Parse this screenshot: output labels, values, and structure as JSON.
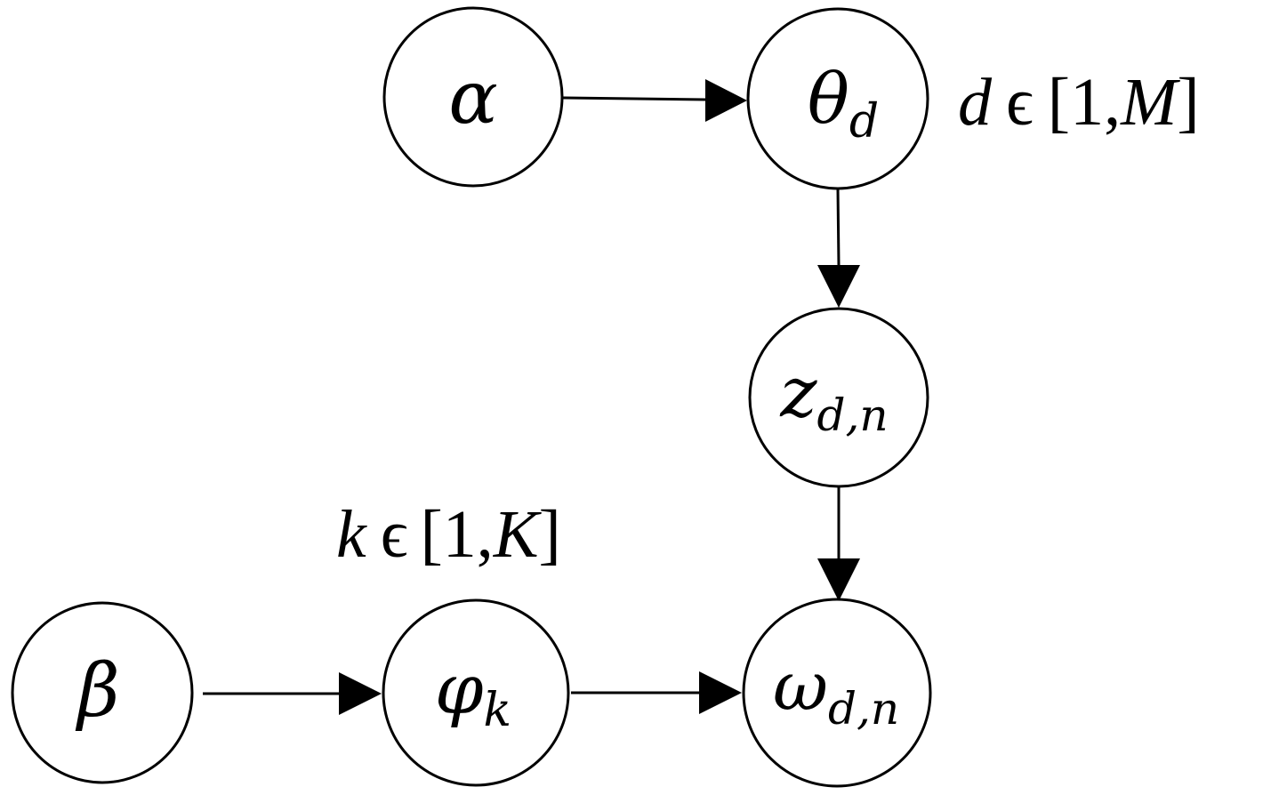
{
  "nodes": {
    "alpha": {
      "symbol": "α",
      "subscript": ""
    },
    "theta": {
      "symbol": "θ",
      "subscript": "d"
    },
    "z": {
      "symbol": "z",
      "subscript": "d,n"
    },
    "beta": {
      "symbol": "β",
      "subscript": ""
    },
    "phi": {
      "symbol": "φ",
      "subscript": "k"
    },
    "omega": {
      "symbol": "ω",
      "subscript": "d,n"
    }
  },
  "edges": [
    {
      "from": "alpha",
      "to": "theta"
    },
    {
      "from": "theta",
      "to": "z"
    },
    {
      "from": "z",
      "to": "omega"
    },
    {
      "from": "beta",
      "to": "phi"
    },
    {
      "from": "phi",
      "to": "omega"
    }
  ],
  "ranges": {
    "doc": {
      "var": "d",
      "op": "ϵ",
      "open": "[1,",
      "upper": "M",
      "close": "]"
    },
    "topic": {
      "var": "k",
      "op": "ϵ",
      "open": "[1,",
      "upper": "K",
      "close": "]"
    }
  },
  "colors": {
    "stroke": "#000000",
    "background": "#ffffff"
  }
}
